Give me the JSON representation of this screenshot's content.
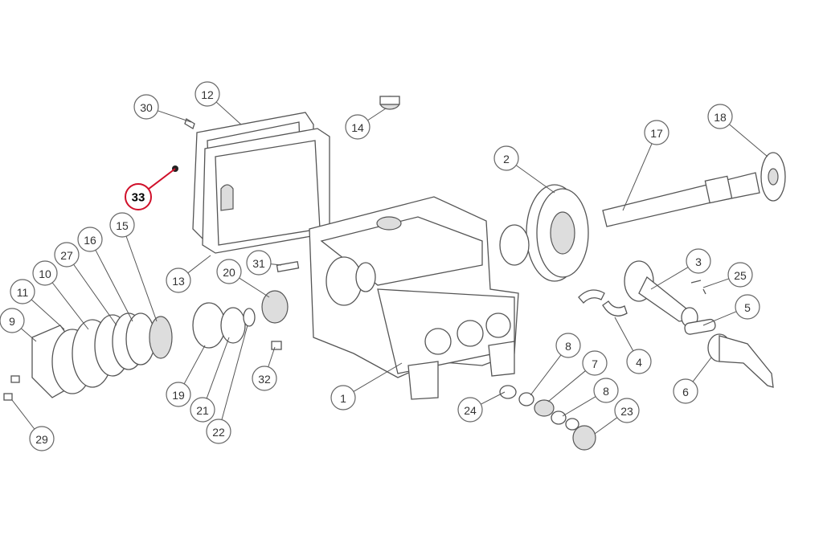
{
  "diagram": {
    "type": "exploded-parts-view",
    "highlight_color": "#d0102a",
    "callouts": [
      {
        "label": "30"
      },
      {
        "label": "12"
      },
      {
        "label": "14"
      },
      {
        "label": "33",
        "highlighted": true
      },
      {
        "label": "17"
      },
      {
        "label": "18"
      },
      {
        "label": "2"
      },
      {
        "label": "15"
      },
      {
        "label": "16"
      },
      {
        "label": "27"
      },
      {
        "label": "10"
      },
      {
        "label": "11"
      },
      {
        "label": "9"
      },
      {
        "label": "31"
      },
      {
        "label": "13"
      },
      {
        "label": "20"
      },
      {
        "label": "3"
      },
      {
        "label": "25"
      },
      {
        "label": "5"
      },
      {
        "label": "4"
      },
      {
        "label": "8"
      },
      {
        "label": "7"
      },
      {
        "label": "8"
      },
      {
        "label": "23"
      },
      {
        "label": "24"
      },
      {
        "label": "6"
      },
      {
        "label": "19"
      },
      {
        "label": "21"
      },
      {
        "label": "22"
      },
      {
        "label": "32"
      },
      {
        "label": "1"
      },
      {
        "label": "29"
      }
    ]
  }
}
